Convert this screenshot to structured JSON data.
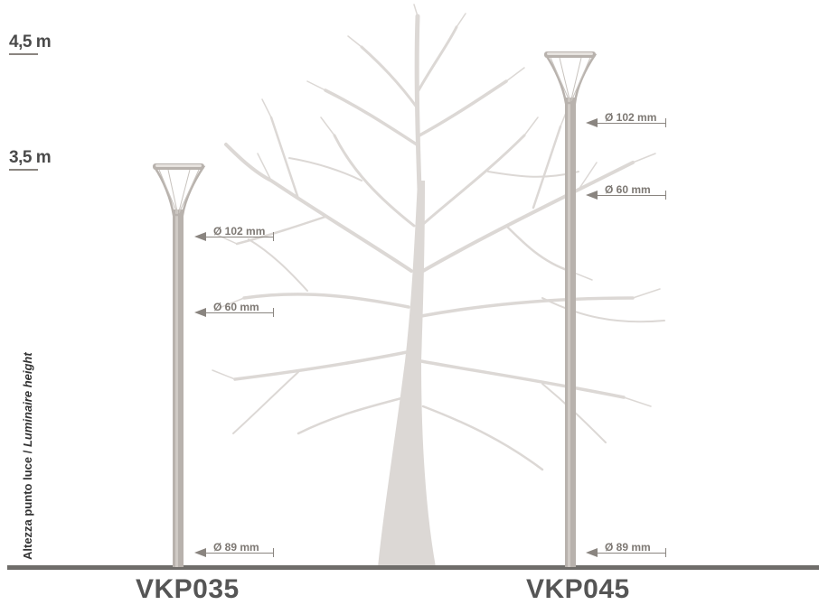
{
  "heights": {
    "top": "4,5 m",
    "mid": "3,5 m"
  },
  "axis_title": {
    "it": "Altezza punto luce",
    "sep": " / ",
    "en": "Luminaire height"
  },
  "models": {
    "left": {
      "name": "VKP035",
      "diameters": [
        "Ø 102 mm",
        "Ø 60 mm",
        "Ø 89 mm"
      ]
    },
    "right": {
      "name": "VKP045",
      "diameters": [
        "Ø 102 mm",
        "Ø 60 mm",
        "Ø 89 mm"
      ]
    }
  },
  "colors": {
    "ground": "#6f6d6a",
    "pole": "#b8b2ad",
    "tree": "#dcd8d5",
    "text": "#555555"
  }
}
